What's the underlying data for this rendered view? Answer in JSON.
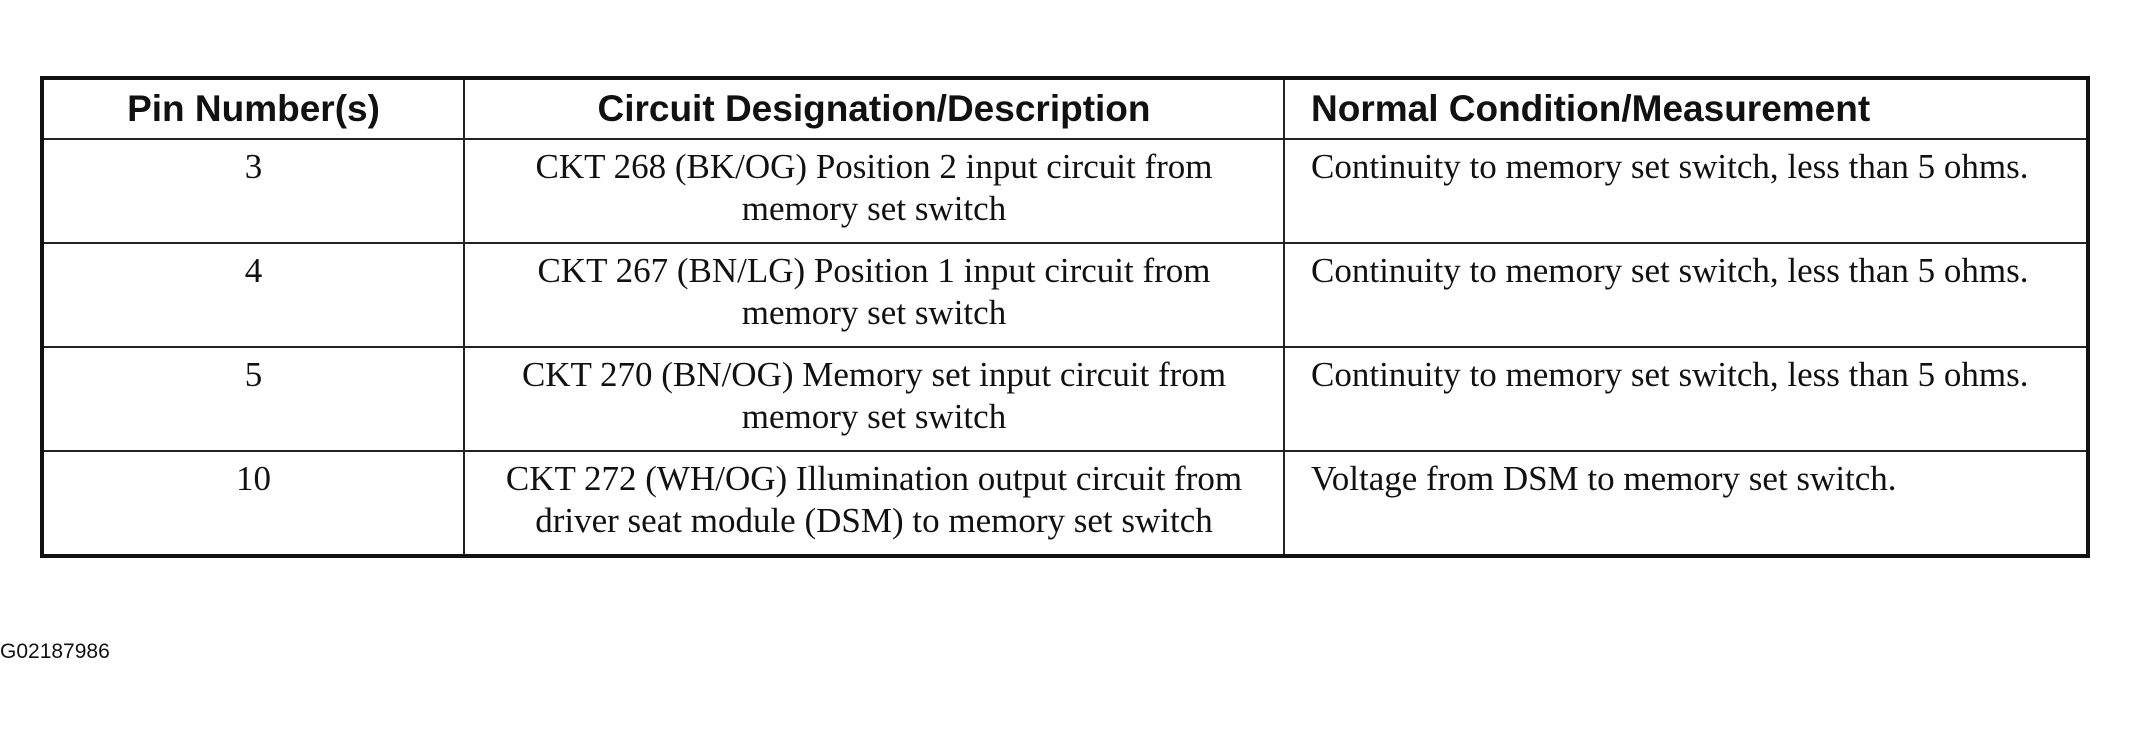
{
  "table": {
    "headers": {
      "pin": "Pin Number(s)",
      "circuit": "Circuit Designation/Description",
      "condition": "Normal Condition/Measurement"
    },
    "rows": [
      {
        "pin": "3",
        "circuit": "CKT 268 (BK/OG) Position 2 input circuit from memory set switch",
        "condition": "Continuity to memory set switch, less than 5 ohms."
      },
      {
        "pin": "4",
        "circuit": "CKT 267 (BN/LG) Position 1 input circuit from memory set switch",
        "condition": "Continuity to memory set switch, less than 5 ohms."
      },
      {
        "pin": "5",
        "circuit": "CKT 270 (BN/OG) Memory set input circuit from memory set switch",
        "condition": "Continuity to memory set switch, less than 5 ohms."
      },
      {
        "pin": "10",
        "circuit": "CKT 272 (WH/OG) Illumination output circuit from driver seat module (DSM) to memory set switch",
        "condition": "Voltage from DSM to memory set switch."
      }
    ]
  },
  "figure_id": "G02187986"
}
